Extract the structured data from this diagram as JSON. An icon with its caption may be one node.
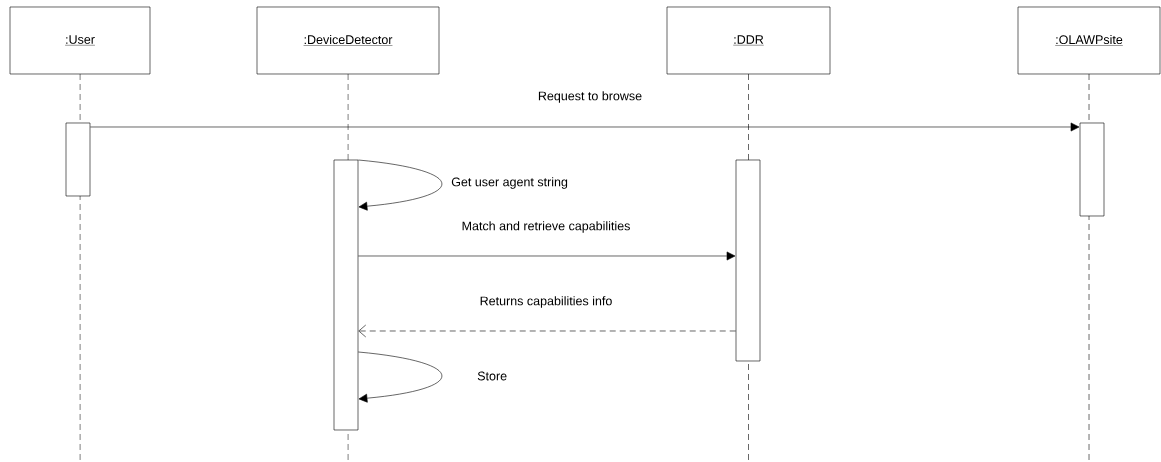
{
  "diagram": {
    "nodes": [
      {
        "text": [
          ":User"
        ]
      },
      {
        "text": [
          ":DeviceDetector"
        ]
      },
      {
        "text": [
          ":DDR"
        ]
      },
      {
        "text": [
          ":OLAWPsite"
        ]
      },
      {
        "text": [],
        "shape": "bar"
      },
      {
        "text": [],
        "shape": "bar"
      },
      {
        "text": [],
        "shape": "bar"
      },
      {
        "text": [],
        "shape": "bar"
      }
    ],
    "edges": [
      {
        "from": 4,
        "to": 7,
        "arrow": "to",
        "label": "Request to browse"
      },
      {
        "from": 5,
        "to": 5,
        "arrow": "to",
        "label": "Get user agent string"
      },
      {
        "from": 5,
        "to": 6,
        "arrow": "to",
        "label": "Match and retrieve capabilities"
      },
      {
        "from": 6,
        "to": 5,
        "arrow": "to",
        "label": "Returns capabilities info",
        "style": "dashed"
      },
      {
        "from": 5,
        "to": 5,
        "arrow": "to",
        "label": "Store"
      }
    ]
  }
}
